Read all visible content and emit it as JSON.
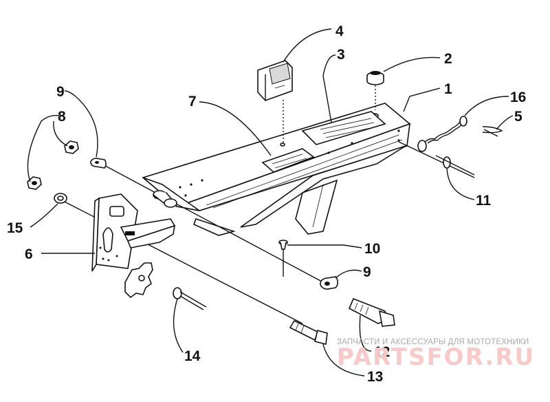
{
  "callouts": [
    {
      "id": "1",
      "text": "1"
    },
    {
      "id": "2",
      "text": "2"
    },
    {
      "id": "3",
      "text": "3"
    },
    {
      "id": "4",
      "text": "4"
    },
    {
      "id": "5",
      "text": "5"
    },
    {
      "id": "6",
      "text": "6"
    },
    {
      "id": "7",
      "text": "7"
    },
    {
      "id": "8",
      "text": "8"
    },
    {
      "id": "9a",
      "text": "9"
    },
    {
      "id": "9b",
      "text": "9"
    },
    {
      "id": "10",
      "text": "10"
    },
    {
      "id": "11",
      "text": "11"
    },
    {
      "id": "12",
      "text": "12"
    },
    {
      "id": "13",
      "text": "13"
    },
    {
      "id": "14",
      "text": "14"
    },
    {
      "id": "15",
      "text": "15"
    },
    {
      "id": "16",
      "text": "16"
    }
  ],
  "watermark": {
    "tagline": "ЗАПЧАСТИ И АКСЕССУАРЫ ДЛЯ МОТОТЕХНИКИ",
    "brand": "PARTSFOR.RU",
    "color": "#f2a6a6"
  }
}
